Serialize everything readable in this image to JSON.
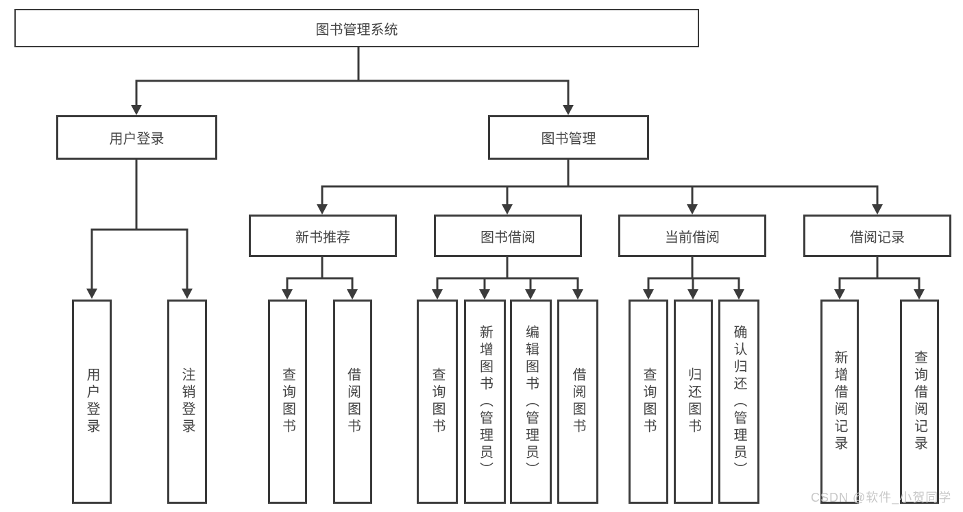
{
  "nodes": {
    "root": "图书管理系统",
    "user_login": "用户登录",
    "book_mgmt": "图书管理",
    "new_book_rec": "新书推荐",
    "book_borrow": "图书借阅",
    "current_borrow": "当前借阅",
    "borrow_records": "借阅记录",
    "leaf_user_login": "用户登录",
    "leaf_logout": "注销登录",
    "leaf_rec_query": "查询图书",
    "leaf_rec_borrow": "借阅图书",
    "leaf_bb_query": "查询图书",
    "leaf_bb_add": "新增图书（管理员）",
    "leaf_bb_edit": "编辑图书（管理员）",
    "leaf_bb_borrow": "借阅图书",
    "leaf_cb_query": "查询图书",
    "leaf_cb_return": "归还图书",
    "leaf_cb_confirm": "确认归还（管理员）",
    "leaf_br_add": "新增借阅记录",
    "leaf_br_query": "查询借阅记录"
  },
  "hierarchy": {
    "图书管理系统": {
      "用户登录": [
        "用户登录",
        "注销登录"
      ],
      "图书管理": {
        "新书推荐": [
          "查询图书",
          "借阅图书"
        ],
        "图书借阅": [
          "查询图书",
          "新增图书（管理员）",
          "编辑图书（管理员）",
          "借阅图书"
        ],
        "当前借阅": [
          "查询图书",
          "归还图书",
          "确认归还（管理员）"
        ],
        "借阅记录": [
          "新增借阅记录",
          "查询借阅记录"
        ]
      }
    }
  },
  "watermark": "CSDN @软件_小贺同学",
  "colors": {
    "line": "#3b3b3b",
    "border": "#3b3b3b",
    "text": "#454545",
    "watermark": "#c8c8c8",
    "background": "#ffffff"
  }
}
